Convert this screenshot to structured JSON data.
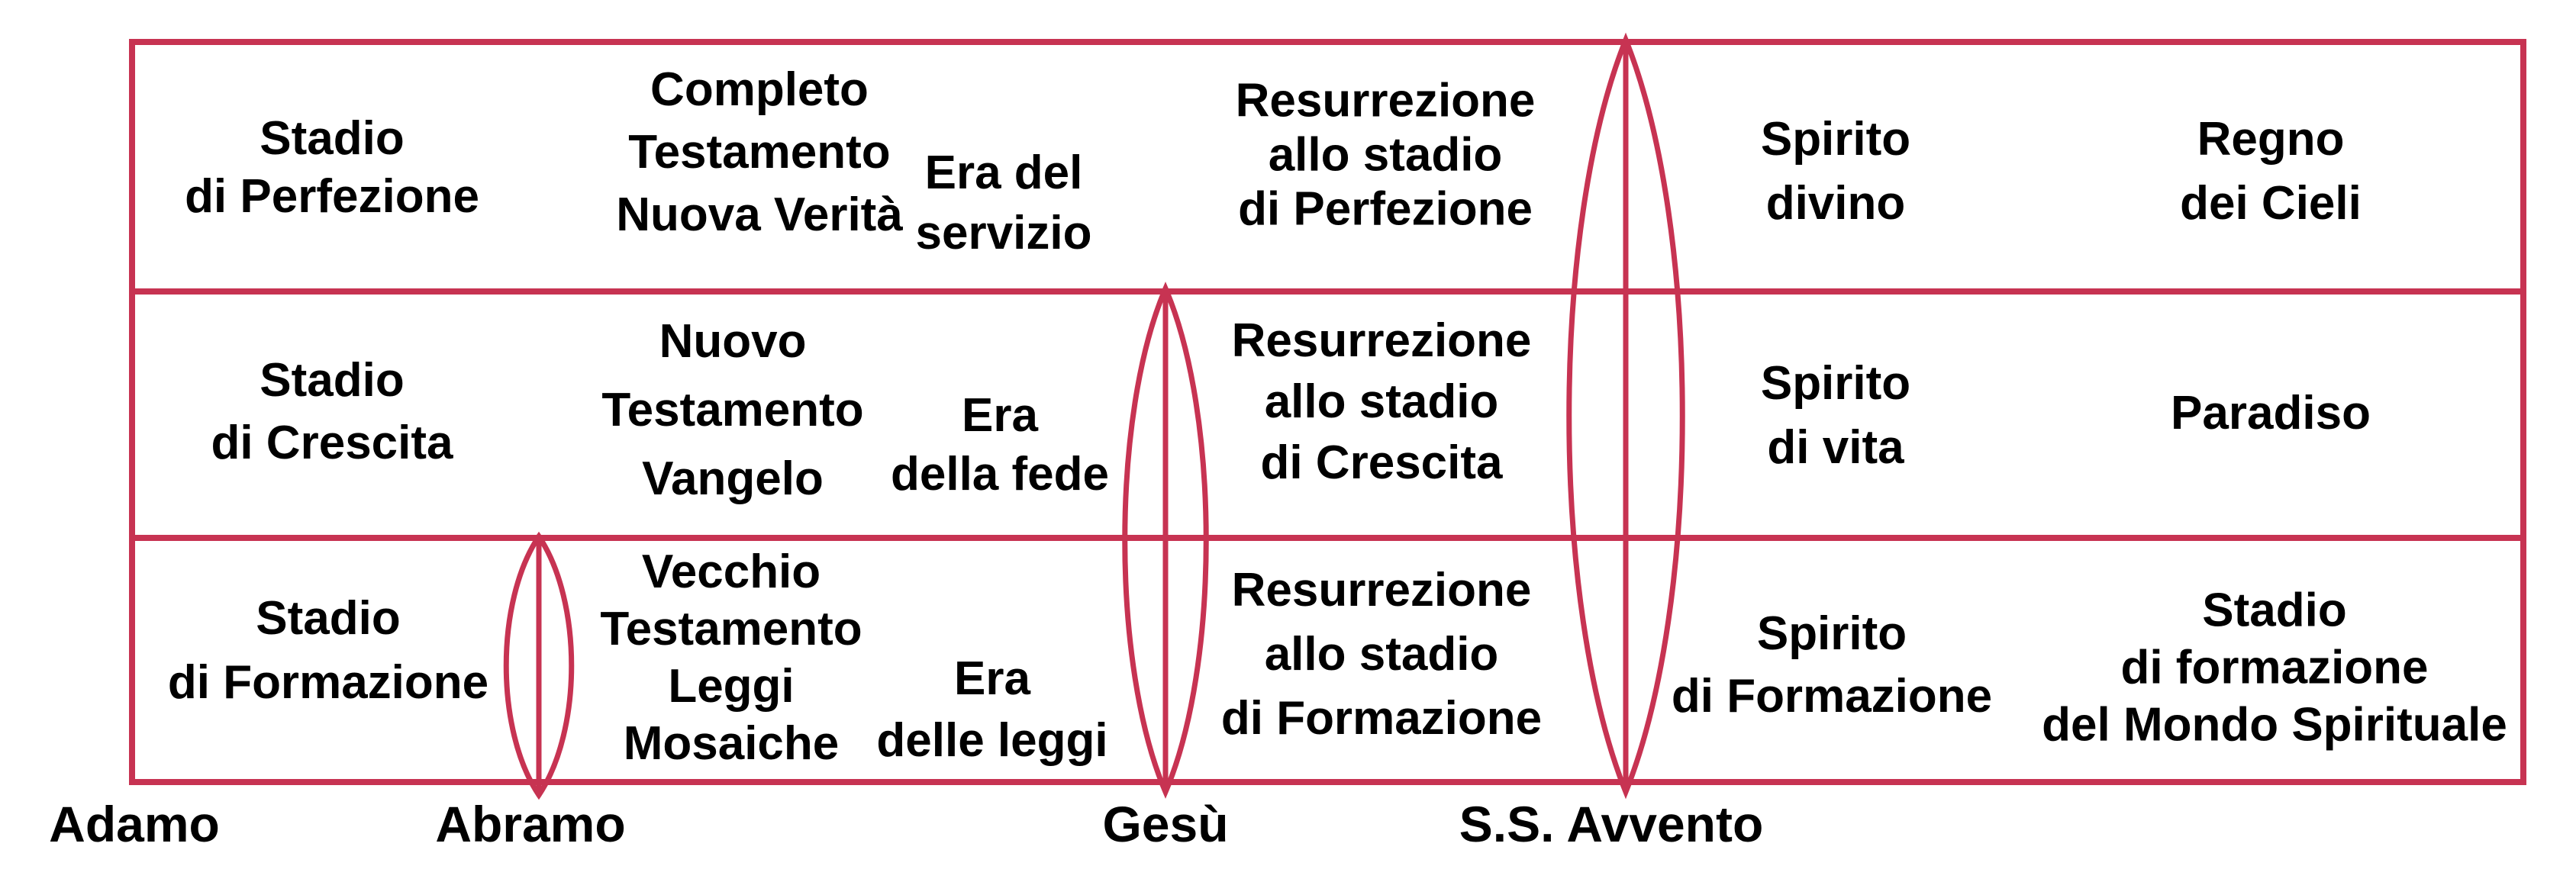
{
  "colors": {
    "accent": "#C73352",
    "text": "#000000",
    "background": "#FFFFFF"
  },
  "diagram": {
    "rows": [
      {
        "cells": [
          {
            "lines": [
              "Stadio",
              "di Perfezione"
            ]
          },
          {
            "lines": [
              "Completo",
              "Testamento",
              "Nuova Verità"
            ]
          },
          {
            "lines": [
              "Era del",
              "servizio"
            ]
          },
          {
            "lines": [
              "Resurrezione",
              "allo stadio",
              "di Perfezione"
            ]
          },
          {
            "lines": [
              "Spirito",
              "divino"
            ]
          },
          {
            "lines": [
              "Regno",
              "dei Cieli"
            ]
          }
        ]
      },
      {
        "cells": [
          {
            "lines": [
              "Stadio",
              "di Crescita"
            ]
          },
          {
            "lines": [
              "Nuovo",
              "Testamento",
              "Vangelo"
            ]
          },
          {
            "lines": [
              "Era",
              "della fede"
            ]
          },
          {
            "lines": [
              "Resurrezione",
              "allo stadio",
              "di Crescita"
            ]
          },
          {
            "lines": [
              "Spirito",
              "di vita"
            ]
          },
          {
            "lines": [
              "Paradiso"
            ]
          }
        ]
      },
      {
        "cells": [
          {
            "lines": [
              "Stadio",
              "di Formazione"
            ]
          },
          {
            "lines": [
              "Vecchio",
              "Testamento",
              "Leggi",
              "Mosaiche"
            ]
          },
          {
            "lines": [
              "Era",
              "delle leggi"
            ]
          },
          {
            "lines": [
              "Resurrezione",
              "allo stadio",
              "di Formazione"
            ]
          },
          {
            "lines": [
              "Spirito",
              "di Formazione"
            ]
          },
          {
            "lines": [
              "Stadio",
              "di formazione",
              "del Mondo Spirituale"
            ]
          }
        ]
      }
    ],
    "timeline_labels": [
      "Adamo",
      "Abramo",
      "Gesù",
      "S.S. Avvento"
    ],
    "shapes": {
      "lenses": [
        "abramo-lens",
        "gesu-lens",
        "avvento-lens"
      ]
    }
  }
}
